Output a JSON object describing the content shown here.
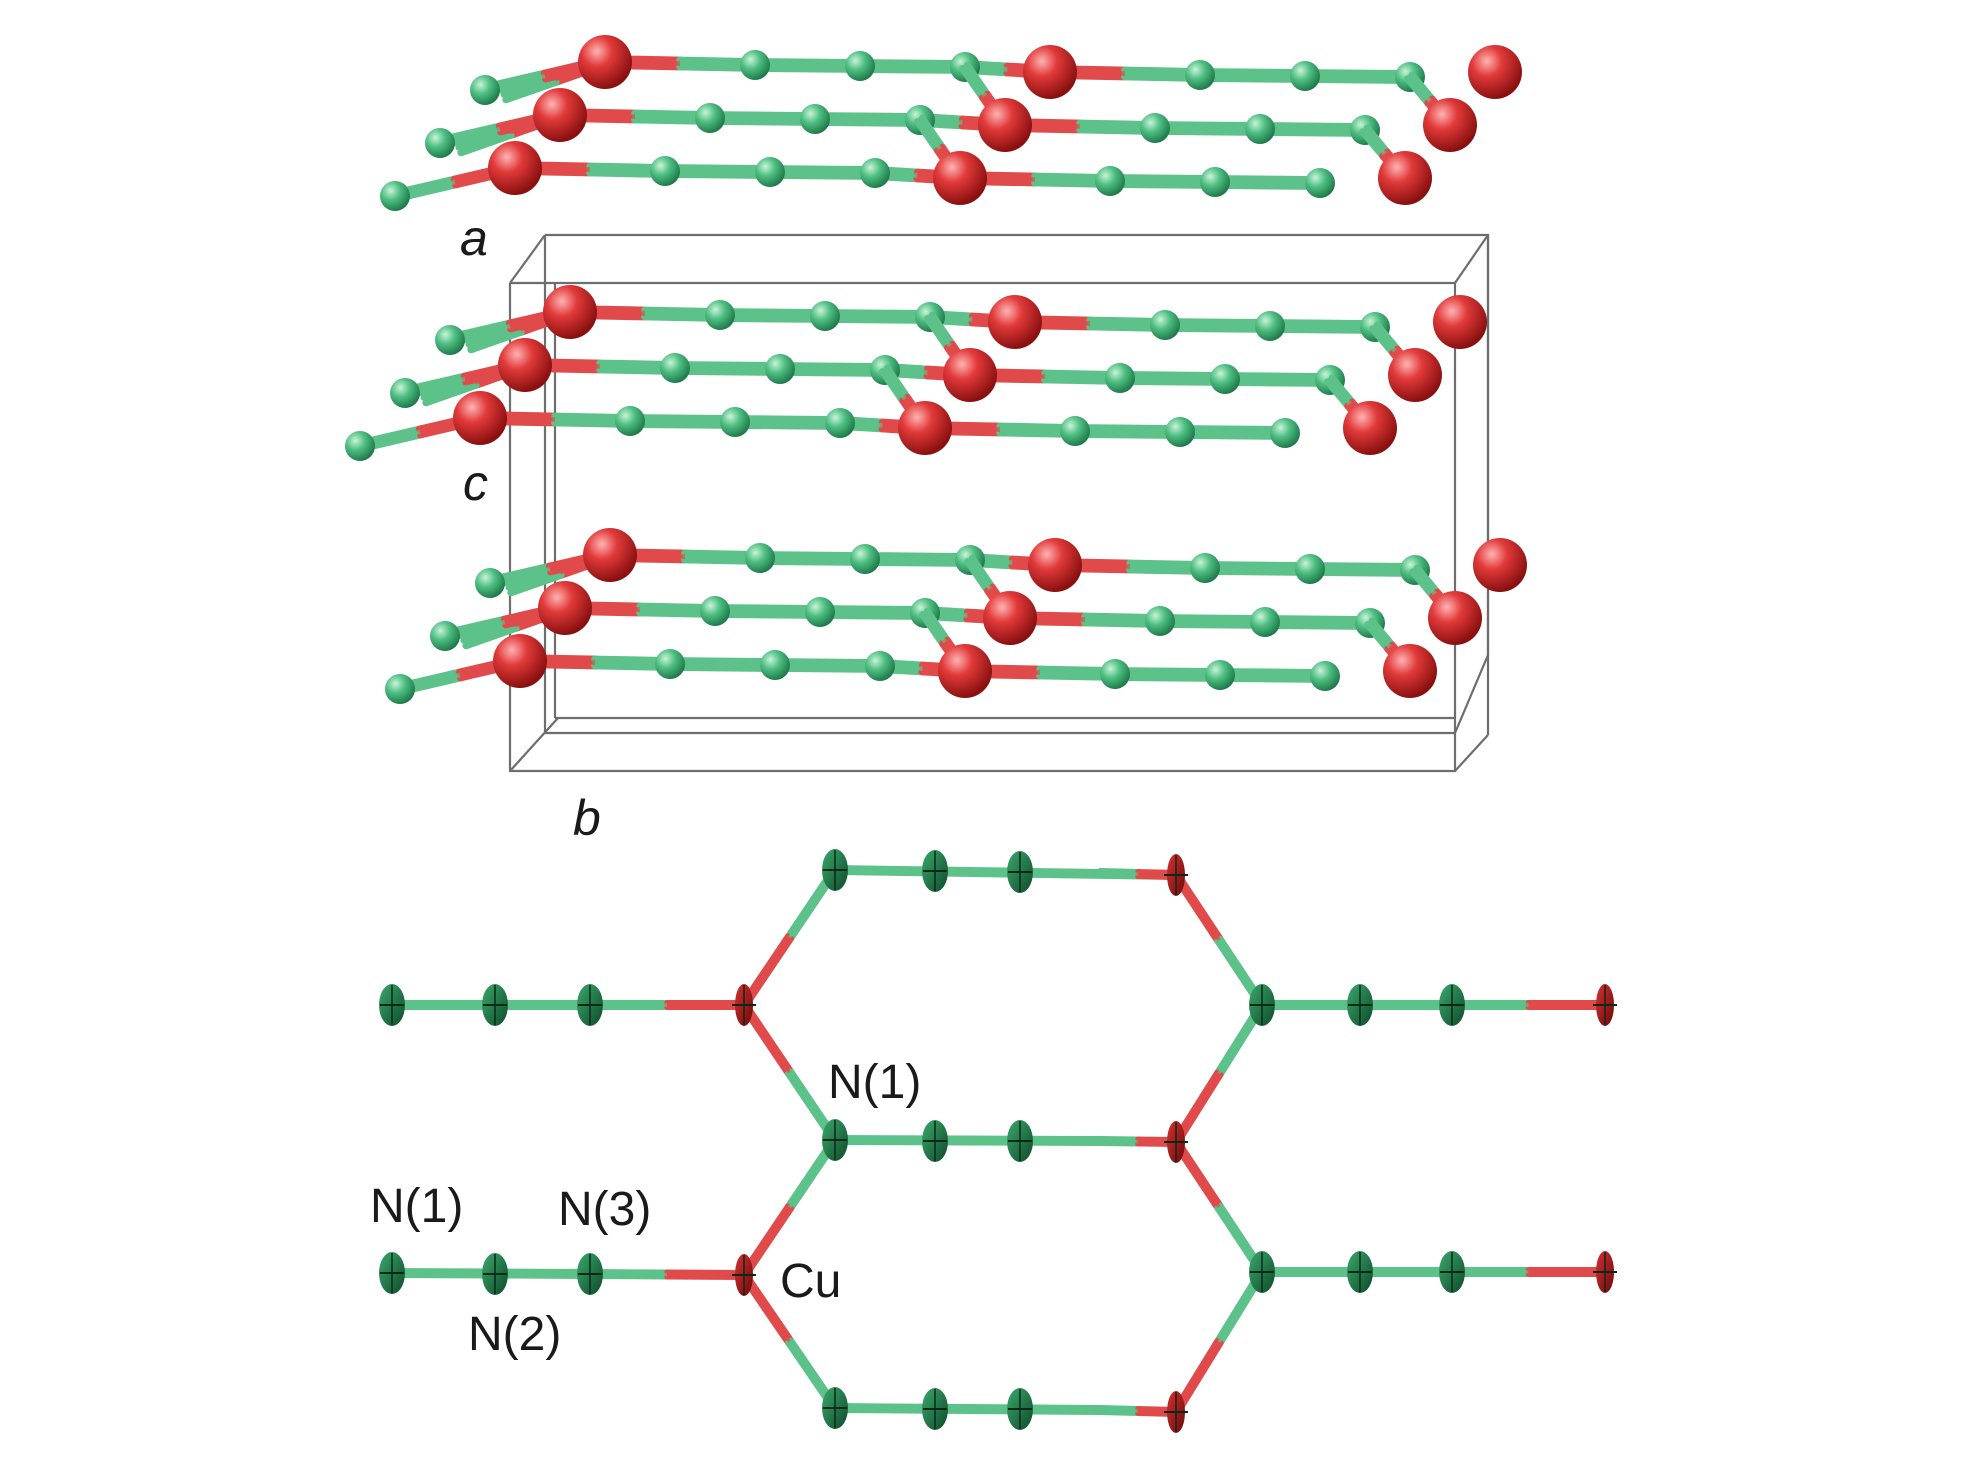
{
  "colors": {
    "n_atom": "#4fbf83",
    "n_atom_dark": "#1f7a4b",
    "cu_atom": "#e23a3a",
    "cu_atom_dark": "#8e1414",
    "bond_n": "#5cc28a",
    "bond_cu": "#e14a4a",
    "cell": "#6e6e6e",
    "label": "#1a1a1a"
  },
  "axis_labels": {
    "a": "a",
    "b": "b",
    "c": "c"
  },
  "atom_labels": {
    "n1_upper": "N(1)",
    "n1_left": "N(1)",
    "n2": "N(2)",
    "n3": "N(3)",
    "cu": "Cu"
  }
}
